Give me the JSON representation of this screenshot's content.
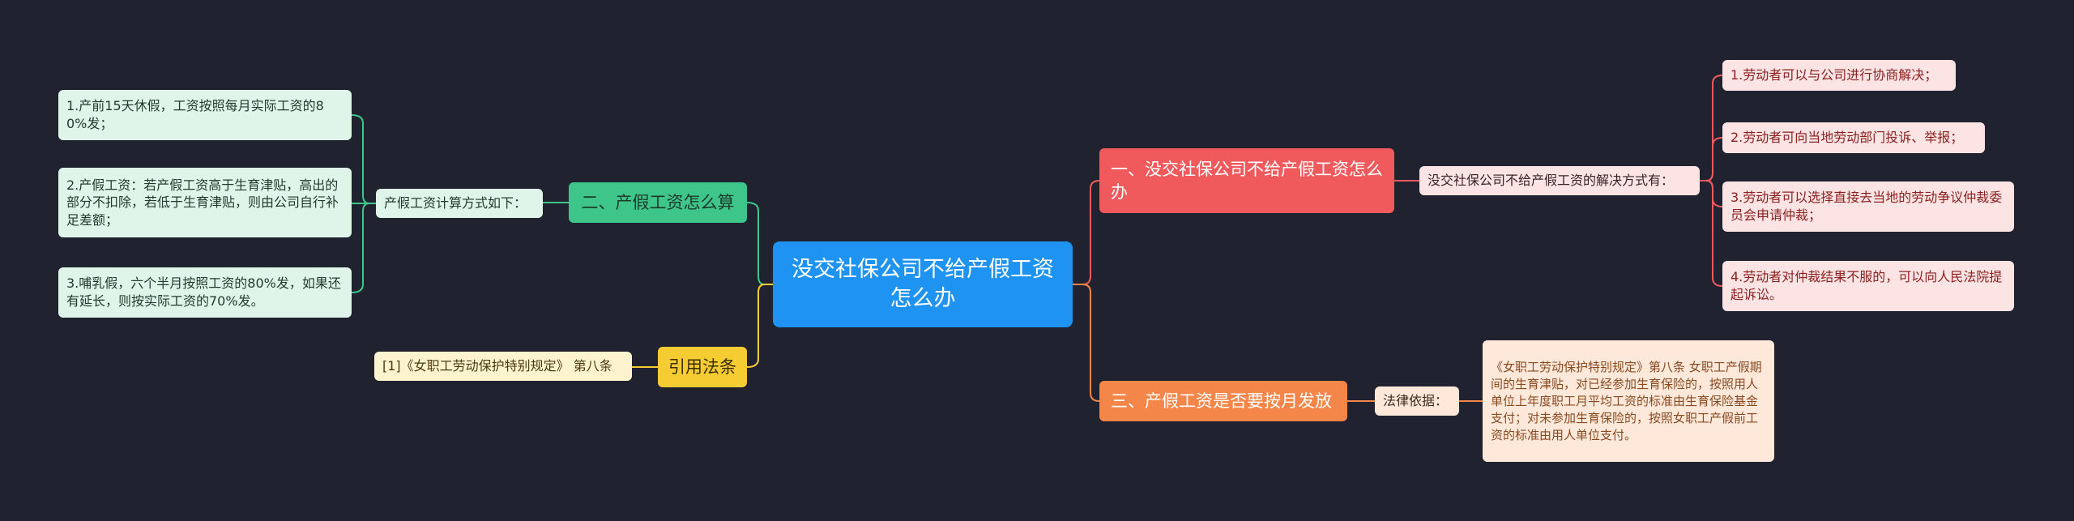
{
  "root": {
    "label": "没交社保公司不给产假工资怎么办"
  },
  "branches": {
    "right_top": {
      "label": "一、没交社保公司不给产假工资怎么办",
      "sub": "没交社保公司不给产假工资的解决方式有：",
      "items": [
        "1.劳动者可以与公司进行协商解决；",
        "2.劳动者可向当地劳动部门投诉、举报；",
        "3.劳动者可以选择直接去当地的劳动争议仲裁委员会申请仲裁；",
        "4.劳动者对仲裁结果不服的，可以向人民法院提起诉讼。"
      ]
    },
    "right_bottom": {
      "label": "三、产假工资是否要按月发放",
      "sub": "法律依据：",
      "detail": "《女职工劳动保护特别规定》第八条 女职工产假期间的生育津贴，对已经参加生育保险的，按照用人单位上年度职工月平均工资的标准由生育保险基金支付；对未参加生育保险的，按照女职工产假前工资的标准由用人单位支付。"
    },
    "left_top": {
      "label": "二、产假工资怎么算",
      "sub": "产假工资计算方式如下：",
      "items": [
        "1.产前15天休假，工资按照每月实际工资的80%发；",
        "2.产假工资：若产假工资高于生育津贴，高出的部分不扣除，若低于生育津贴，则由公司自行补足差额；",
        "3.哺乳假，六个半月按照工资的80%发，如果还有延长，则按实际工资的70%发。"
      ]
    },
    "left_bottom": {
      "label": "引用法条",
      "sub": "[1]《女职工劳动保护特别规定》 第八条"
    }
  },
  "colors": {
    "background": "#20232f",
    "root": "#1f93f2",
    "branch_red": "#f05a5c",
    "branch_orange": "#f4864a",
    "branch_green": "#3ec58a",
    "branch_yellow": "#f6cc33"
  }
}
